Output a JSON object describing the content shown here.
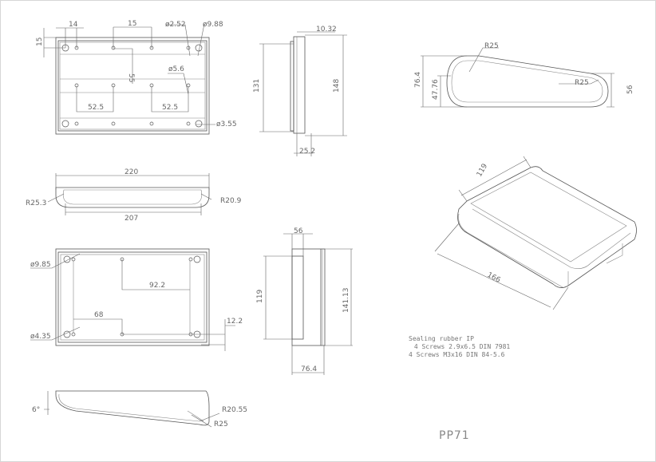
{
  "drawing": {
    "title": "PP71",
    "notes": [
      "Sealing rubber IP",
      " 4 Screws 2.9x6.5 DIN 7981",
      "4 Screws M3x16 DIN 84-5.6"
    ]
  },
  "top_view": {
    "dims": [
      "14",
      "15",
      "15",
      "ø2.52",
      "ø9.88",
      "55",
      "ø5.6",
      "52.5",
      "52.5",
      "ø3.55"
    ]
  },
  "side_view_top": {
    "dims": [
      "10.32",
      "131",
      "148",
      "25.2"
    ]
  },
  "profile_view": {
    "dims": [
      "R25",
      "76.4",
      "47.76",
      "R25",
      "56"
    ]
  },
  "front_view": {
    "dims": [
      "220",
      "R25.3",
      "R20.9",
      "207"
    ]
  },
  "bottom_view": {
    "dims": [
      "ø9.85",
      "92.2",
      "68",
      "ø4.35",
      "12.2"
    ]
  },
  "side_view_bottom": {
    "dims": [
      "56",
      "119",
      "141.13",
      "76.4"
    ]
  },
  "iso_view": {
    "dims": [
      "119",
      "166"
    ]
  },
  "slope_view": {
    "dims": [
      "6°",
      "R20.55",
      "R25"
    ]
  }
}
